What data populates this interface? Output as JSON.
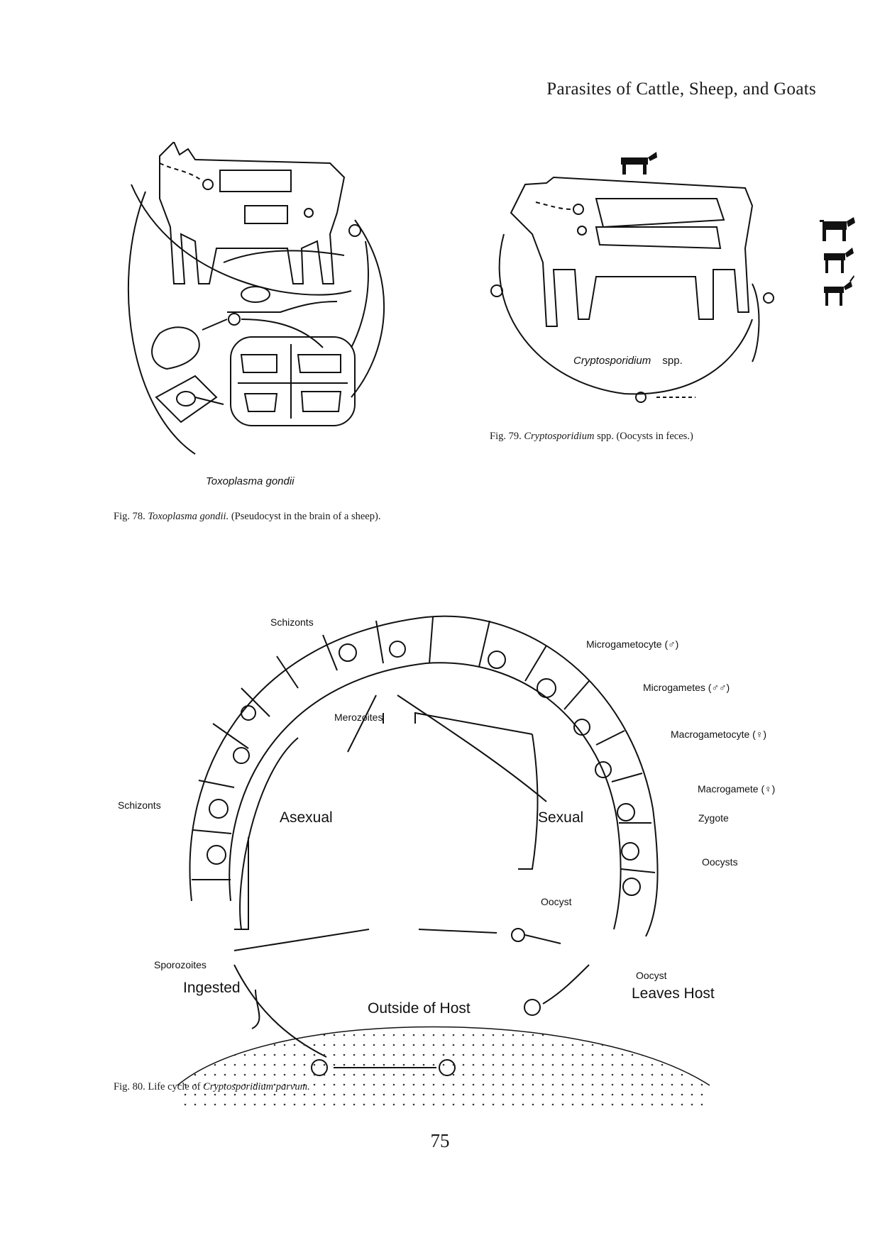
{
  "header": {
    "running_title": "Parasites of Cattle, Sheep, and Goats"
  },
  "fig78": {
    "diagram_label": "Toxoplasma gondii",
    "caption_num": "Fig. 78.",
    "caption_species": "Toxoplasma gondii.",
    "caption_text": "(Pseudocyst in the brain of a sheep)."
  },
  "fig79": {
    "diagram_label_species": "Cryptosporidium",
    "diagram_label_spp": "spp.",
    "caption_num": "Fig. 79.",
    "caption_species": "Cryptosporidium",
    "caption_text": "spp. (Oocysts in feces.)"
  },
  "fig80": {
    "labels": {
      "schizonts_top": "Schizonts",
      "microgametocyte": "Microgametocyte (♂)",
      "microgametes": "Microgametes (♂♂)",
      "merozoites": "Merozoites",
      "macrogametocyte": "Macrogametocyte (♀)",
      "macrogamete": "Macrogamete (♀)",
      "schizonts_left": "Schizonts",
      "zygote": "Zygote",
      "asexual": "Asexual",
      "sexual": "Sexual",
      "oocysts": "Oocysts",
      "oocyst_center": "Oocyst",
      "sporozoites": "Sporozoites",
      "oocyst_right": "Oocyst",
      "ingested": "Ingested",
      "leaves_host": "Leaves Host",
      "outside_host": "Outside of Host"
    },
    "caption_num": "Fig. 80.",
    "caption_text": "Life cycle of",
    "caption_species": "Cryptosporidium parvum."
  },
  "page_number": "75",
  "icons": [
    "cattle-icon",
    "sheep-icon",
    "goat-icon"
  ]
}
